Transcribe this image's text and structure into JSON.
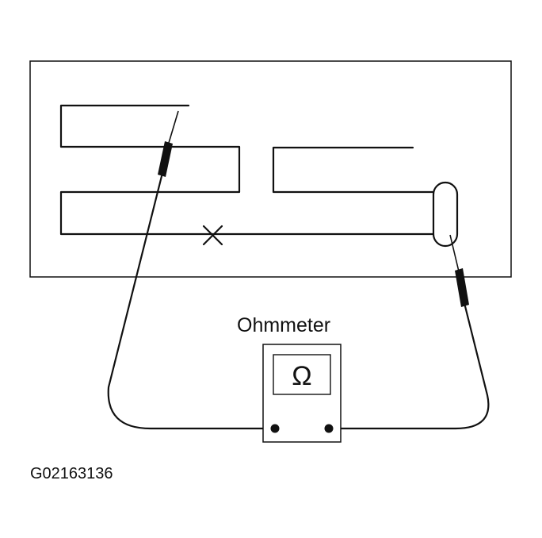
{
  "meter": {
    "label": "Ohmmeter",
    "symbol": "Ω"
  },
  "figure_id": "G02163136",
  "colors": {
    "line": "#111111",
    "background": "#ffffff"
  },
  "icons": {
    "break_mark": "x-mark-icon",
    "probe": "probe-icon"
  }
}
